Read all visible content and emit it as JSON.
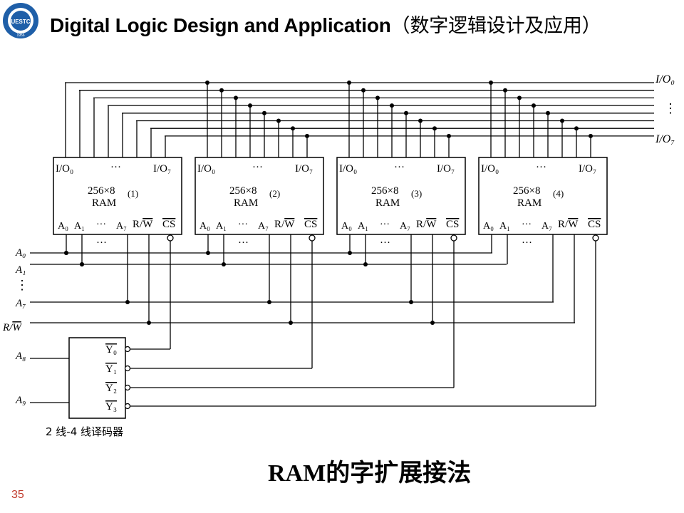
{
  "header": {
    "title_en": "Digital Logic Design and Application",
    "title_cn": "（数字逻辑设计及应用）",
    "logo_text": "UESTC",
    "logo_year": "1956"
  },
  "diagram": {
    "io_top_label": "I/O₀",
    "io_dots": "⋮",
    "io_bottom_label": "I/O₇",
    "ram_chips": [
      {
        "io0": "I/O₀",
        "dots": "···",
        "io7": "I/O₇",
        "capacity": "256×8",
        "index": "(1)",
        "name": "RAM",
        "a0": "A₀",
        "a1": "A₁",
        "adots": "···",
        "a7": "A₇",
        "rw": "R/W",
        "cs": "CS"
      },
      {
        "io0": "I/O₀",
        "dots": "···",
        "io7": "I/O₇",
        "capacity": "256×8",
        "index": "(2)",
        "name": "RAM",
        "a0": "A₀",
        "a1": "A₁",
        "adots": "···",
        "a7": "A₇",
        "rw": "R/W",
        "cs": "CS"
      },
      {
        "io0": "I/O₀",
        "dots": "···",
        "io7": "I/O₇",
        "capacity": "256×8",
        "index": "(3)",
        "name": "RAM",
        "a0": "A₀",
        "a1": "A₁",
        "adots": "···",
        "a7": "A₇",
        "rw": "R/W",
        "cs": "CS"
      },
      {
        "io0": "I/O₀",
        "dots": "···",
        "io7": "I/O₇",
        "capacity": "256×8",
        "index": "(4)",
        "name": "RAM",
        "a0": "A₀",
        "a1": "A₁",
        "adots": "···",
        "a7": "A₇",
        "rw": "R/W",
        "cs": "CS"
      }
    ],
    "between_dots": "···",
    "inputs": {
      "a0": "A₀",
      "a1": "A₁",
      "dots": "⋮",
      "a7": "A₇",
      "rw_r": "R/",
      "rw_w": "W",
      "a8": "A₈",
      "a9": "A₉"
    },
    "decoder": {
      "outputs": [
        "Y₀",
        "Y₁",
        "Y₂",
        "Y₃"
      ],
      "label": "2 线-4 线译码器"
    }
  },
  "caption": "RAM的字扩展接法",
  "page_number": "35"
}
